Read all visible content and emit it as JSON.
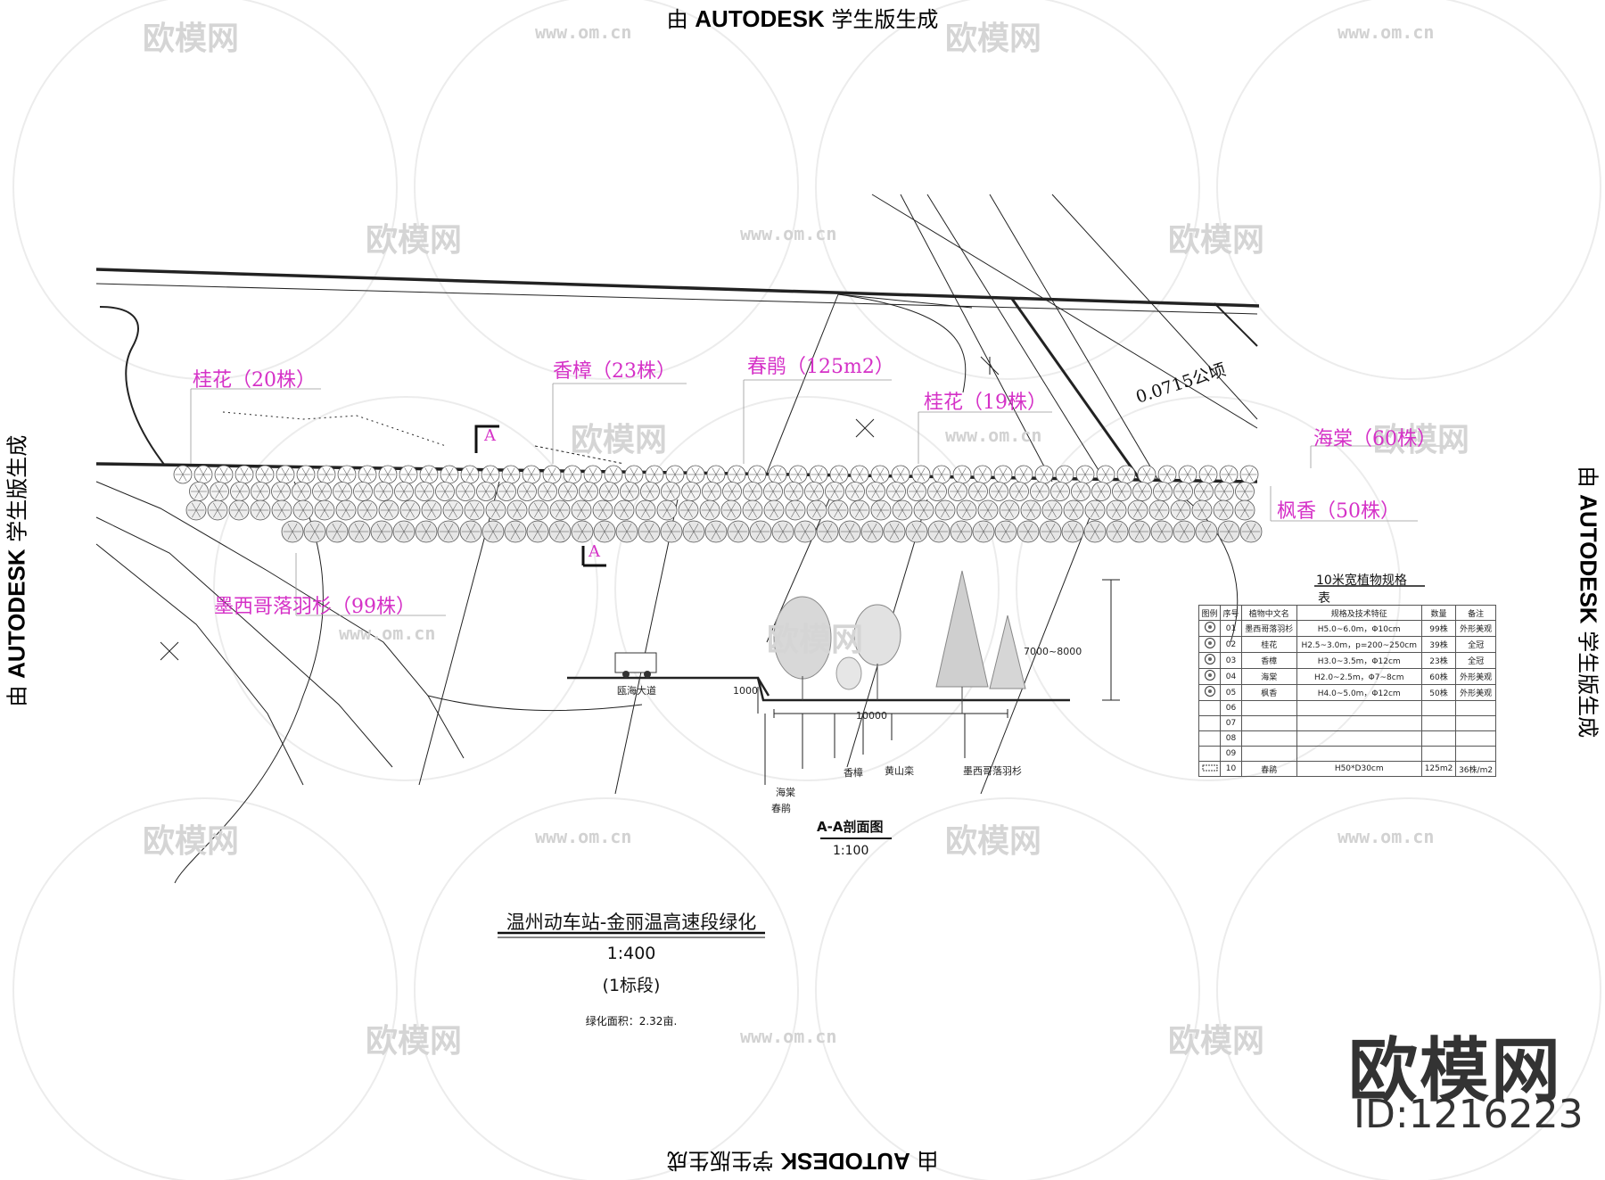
{
  "watermark": {
    "prefix": "由",
    "brand": "AUTODESK",
    "suffix": "学生版生成"
  },
  "site_watermark": {
    "logo_text": "欧模网",
    "url_text": "www.om.cn",
    "brand_big": "欧模网",
    "brand_id": "ID:1216223"
  },
  "plant_labels": [
    "桂花（20株）",
    "香樟（23株）",
    "春鹃（125m2）",
    "桂花（19株）",
    "海棠（60株）",
    "枫香（50株）",
    "墨西哥落羽杉（99株）"
  ],
  "area_label": "0.0715公顷",
  "section_marks": [
    "A",
    "A"
  ],
  "section": {
    "title": "A-A剖面图",
    "scale": "1:100",
    "dims": [
      "7000~8000",
      "10000",
      "1000"
    ],
    "road_label": "瓯海大道",
    "plants": [
      "香樟",
      "黄山栾",
      "海棠",
      "墨西哥落羽杉",
      "春鹃"
    ]
  },
  "drawing_title": {
    "name": "温州动车站-金丽温高速段绿化",
    "scale": "1:400",
    "lot": "(1标段)",
    "area_note": "绿化面积：2.32亩."
  },
  "spec_table": {
    "title": "10米宽植物规格",
    "title_suffix": "表",
    "headers": [
      "图例",
      "序号",
      "植物中文名",
      "规格及技术特征",
      "数量",
      "备注"
    ],
    "rows": [
      [
        "01",
        "墨西哥落羽杉",
        "H5.0~6.0m，Φ10cm",
        "99株",
        "外形美观"
      ],
      [
        "02",
        "桂花",
        "H2.5~3.0m，p=200~250cm",
        "39株",
        "全冠"
      ],
      [
        "03",
        "香樟",
        "H3.0~3.5m，Φ12cm",
        "23株",
        "全冠"
      ],
      [
        "04",
        "海棠",
        "H2.0~2.5m，Φ7~8cm",
        "60株",
        "外形美观"
      ],
      [
        "05",
        "枫香",
        "H4.0~5.0m，Φ12cm",
        "50株",
        "外形美观"
      ],
      [
        "06",
        "",
        "",
        "",
        ""
      ],
      [
        "07",
        "",
        "",
        "",
        ""
      ],
      [
        "08",
        "",
        "",
        "",
        ""
      ],
      [
        "09",
        "",
        "",
        "",
        ""
      ],
      [
        "10",
        "春鹃",
        "H50*D30cm",
        "125m2",
        "36株/m2"
      ]
    ]
  }
}
